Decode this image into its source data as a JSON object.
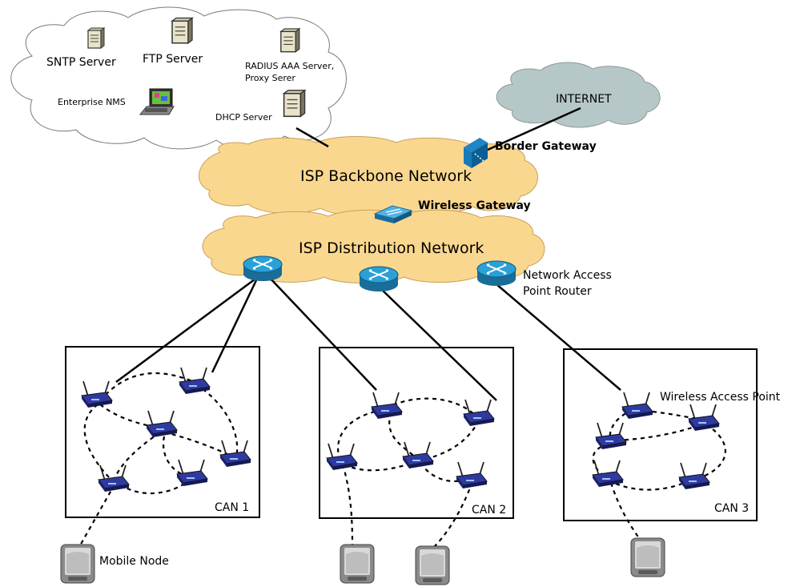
{
  "servers_cloud": {
    "sntp": "SNTP Server",
    "ftp": "FTP Server",
    "radius_line1": "RADIUS AAA Server,",
    "radius_line2": "Proxy Serer",
    "nms": "Enterprise NMS",
    "dhcp": "DHCP Server"
  },
  "internet": "INTERNET",
  "border_gateway": "Border Gateway",
  "backbone": "ISP Backbone Network",
  "wireless_gateway": "Wireless Gateway",
  "distribution": "ISP Distribution Network",
  "router_label_line1": "Network Access",
  "router_label_line2": "Point Router",
  "wap_label": "Wireless Access Point",
  "can1": "CAN 1",
  "can2": "CAN 2",
  "can3": "CAN 3",
  "mobile_node": "Mobile Node",
  "colors": {
    "isp_cloud": "#fad78f",
    "internet_cloud": "#b6c7c7",
    "router": "#2aa0d6",
    "router_dark": "#1a6d99",
    "wap_body": "#2f3aa0"
  }
}
